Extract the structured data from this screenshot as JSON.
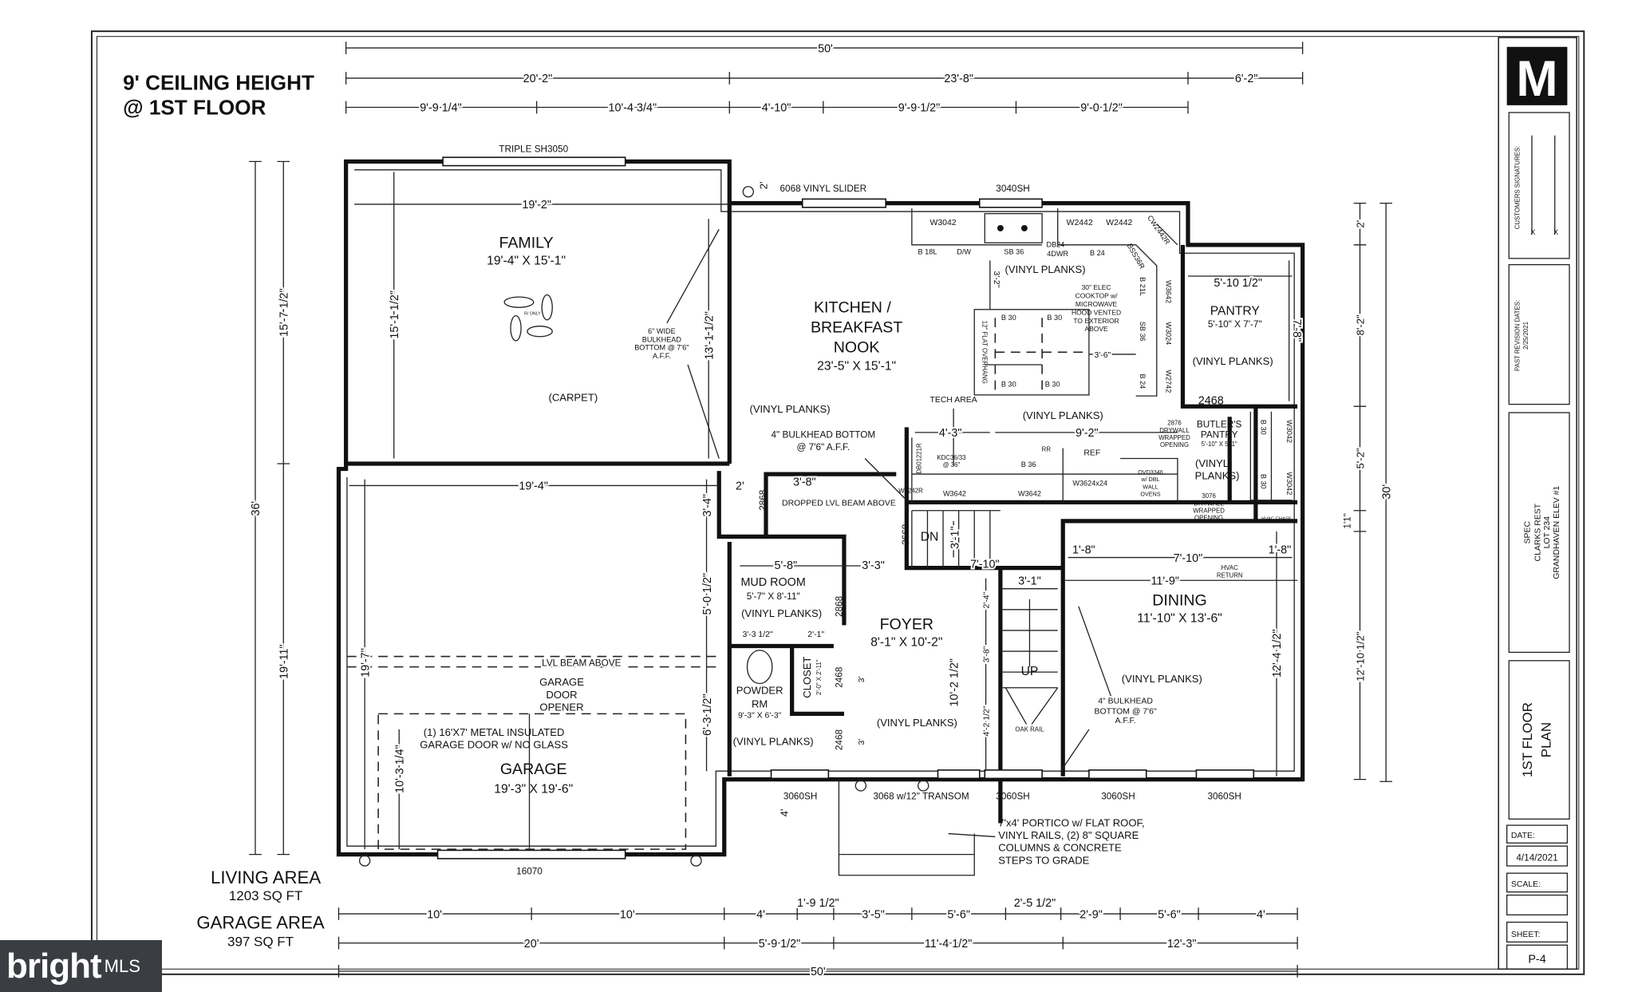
{
  "header_note": [
    "9' CEILING HEIGHT",
    "@ 1ST FLOOR"
  ],
  "area": {
    "living_label": "LIVING AREA",
    "living_value": "1203 SQ FT",
    "garage_label": "GARAGE AREA",
    "garage_value": "397 SQ FT"
  },
  "title_block": {
    "logo": "M",
    "signatures_label": "CUSTOMERS SIGNATURES:",
    "sig_marks": [
      "X",
      "X"
    ],
    "revision_label": "PAST REVISION DATES:",
    "revision_date": "2/25/2021",
    "project": [
      "SPEC",
      "CLARKS REST",
      "LOT 234",
      "GRANDHAVEN ELEV #1"
    ],
    "sheet_title": [
      "1ST FLOOR",
      "PLAN"
    ],
    "date_label": "DATE:",
    "date": "4/14/2021",
    "scale_label": "SCALE:",
    "scale": "",
    "sheet_label": "SHEET:",
    "sheet": "P-4"
  },
  "rooms": {
    "family": {
      "name": "FAMILY",
      "size": "19'-4\" X 15'-1\"",
      "floor": "(CARPET)"
    },
    "kitchen": {
      "name": [
        "KITCHEN /",
        "BREAKFAST",
        "NOOK"
      ],
      "size": "23'-5\" X 15'-1\"",
      "floor": [
        "(VINYL PLANKS)",
        "(VINYL PLANKS)",
        "(VINYL PLANKS)"
      ]
    },
    "pantry": {
      "name": "PANTRY",
      "size": "5'-10\" X 7'-7\"",
      "floor": "(VINYL PLANKS)"
    },
    "butlers_pantry": {
      "name": [
        "BUTLER'S",
        "PANTRY"
      ],
      "size": "5'-10\" X 5'-1\"",
      "floor": [
        "(VINYL",
        "PLANKS)"
      ]
    },
    "dining": {
      "name": "DINING",
      "size": "11'-10\" X 13'-6\"",
      "floor": "(VINYL PLANKS)"
    },
    "foyer": {
      "name": "FOYER",
      "size": "8'-1\" X 10'-2\"",
      "floor": "(VINYL PLANKS)"
    },
    "mud_room": {
      "name": "MUD ROOM",
      "size": "5'-7\" X 8'-11\"",
      "floor": "(VINYL PLANKS)"
    },
    "powder_room": {
      "name": [
        "POWDER",
        "RM"
      ],
      "size": "9'-3\" X 6'-3\"",
      "floor": "(VINYL PLANKS)"
    },
    "closet": {
      "name": "CLOSET",
      "size": "2'-0\" X 2'-11\""
    },
    "garage": {
      "name": "GARAGE",
      "size": "19'-3\" X 19'-6\""
    }
  },
  "notes": {
    "triple_window": "TRIPLE SH3050",
    "slider": "6068 VINYL SLIDER",
    "kitchen_window": "3040SH",
    "tech_area": "TECH AREA",
    "bulkhead_6": [
      "6\" WIDE",
      "BULKHEAD",
      "BOTTOM @ 7'6\"",
      "A.F.F."
    ],
    "bulkhead_4_kitchen": [
      "4\" BULKHEAD BOTTOM",
      "@ 7'6\" A.F.F."
    ],
    "dropped_beam": "DROPPED LVL BEAM ABOVE",
    "lvl_beam": "LVL BEAM ABOVE",
    "garage_opener": [
      "GARAGE",
      "DOOR",
      "OPENER"
    ],
    "garage_door": [
      "(1) 16'X7' METAL INSULATED",
      "GARAGE DOOR w/ NO GLASS"
    ],
    "garage_door_tag": "16070",
    "front_windows": [
      "3060SH",
      "3068 w/12\" TRANSOM",
      "3060SH",
      "3060SH",
      "3060SH"
    ],
    "portico": [
      "7'x4' PORTICO w/ FLAT ROOF,",
      "VINYL RAILS, (2) 8\" SQUARE",
      "COLUMNS & CONCRETE",
      "STEPS TO GRADE"
    ],
    "cooktop": [
      "30\" ELEC",
      "COOKTOP w/",
      "MICROWAVE",
      "HOOD VENTED",
      "TO EXTERIOR",
      "ABOVE"
    ],
    "opening_2876": [
      "2876",
      "DRYWALL",
      "WRAPPED",
      "OPENING"
    ],
    "opening_3076": [
      "3076",
      "DRYWALL",
      "WRAPPED",
      "OPENING"
    ],
    "hvac_chase": "HVAC CHASE",
    "hvac_return": [
      "HVAC",
      "RETURN"
    ],
    "bulkhead_4_dining": [
      "4\" BULKHEAD",
      "BOTTOM @ 7'6\"",
      "A.F.F."
    ],
    "oak_rail": "OAK RAIL",
    "overhang": "12\" FLAT OVERHANG",
    "stair_dn": "DN",
    "stair_up": "UP",
    "fan": "R/ ONLY",
    "doors": [
      "2868",
      "2668",
      "2868",
      "2468",
      "2468",
      "2468"
    ],
    "refrigerator": [
      "RR",
      "REF"
    ]
  },
  "cabinets": [
    "W3042",
    "W2442",
    "W2442",
    "CW2442R",
    "B 18L",
    "D/W",
    "SB 36",
    "DB24 -",
    "4DWR",
    "B 24",
    "BSS36R",
    "B 21L",
    "W3642",
    "SB 36",
    "W3024",
    "B 24",
    "W2742",
    "B 30",
    "B 30",
    "B 30",
    "B 30",
    "W3042",
    "B 30",
    "B 30",
    "W3042",
    "DB01221R",
    "KDC36/33",
    "@ 36\"",
    "B 36",
    "W1242R",
    "W3642",
    "W3642",
    "W3624x24",
    "OVD3346",
    "w/ DBL",
    "WALL",
    "OVENS"
  ],
  "dimensions": {
    "top_overall": "50'",
    "top_row2": [
      "20'-2\"",
      "23'-8\"",
      "6'-2\""
    ],
    "top_row3": [
      "9'-9 1/4\"",
      "10'-4 3/4\"",
      "4'-10\"",
      "9'-9 1/2\"",
      "9'-0 1/2\""
    ],
    "bottom_row1": [
      "10'",
      "10'",
      "4'",
      "1'-9 1/2\"",
      "3'-5\"",
      "5'-6\"",
      "2'-5 1/2\"",
      "2'-9\"",
      "5'-6\"",
      "4'"
    ],
    "bottom_row2": [
      "20'",
      "5'-9 1/2\"",
      "11'-4 1/2\"",
      "12'-3\""
    ],
    "bottom_overall": "50'",
    "left_overall": "36'",
    "left_row2": [
      "15'-7 1/2\"",
      "19'-11\""
    ],
    "right_overall": "30'",
    "right_row2": [
      "2'",
      "8'-2\"",
      "5'-2\"",
      "1'1\"",
      "12'-10 1/2\""
    ],
    "interior": [
      "19'-2\"",
      "2'",
      "15'-1 1/2\"",
      "13'-1 1/2\"",
      "19'-4\"",
      "2'",
      "3'-8\"",
      "3'-4\"",
      "5'-0 1/2\"",
      "6'-3 1/2\"",
      "19'-7\"",
      "10'-3 1/4\"",
      "5'-8\"",
      "3'-3\"",
      "3'-3 1/2\"",
      "2'-1\"",
      "3'-1\"",
      "7'-10\"",
      "3'-1\"",
      "2'-4\"",
      "3'-8\"",
      "4'-2 1/2\"",
      "10'-2 1/2\"",
      "3'",
      "3'",
      "1'-8\"",
      "7'-10\"",
      "1'-8\"",
      "11'-9\"",
      "12'-4 1/2\"",
      "5'-10 1/2\"",
      "7'-8\"",
      "4'",
      "4'-3\"",
      "9'-2\"",
      "3'-2\"",
      "3'-6\""
    ]
  },
  "watermark": {
    "text": "bright",
    "suffix": "MLS"
  }
}
